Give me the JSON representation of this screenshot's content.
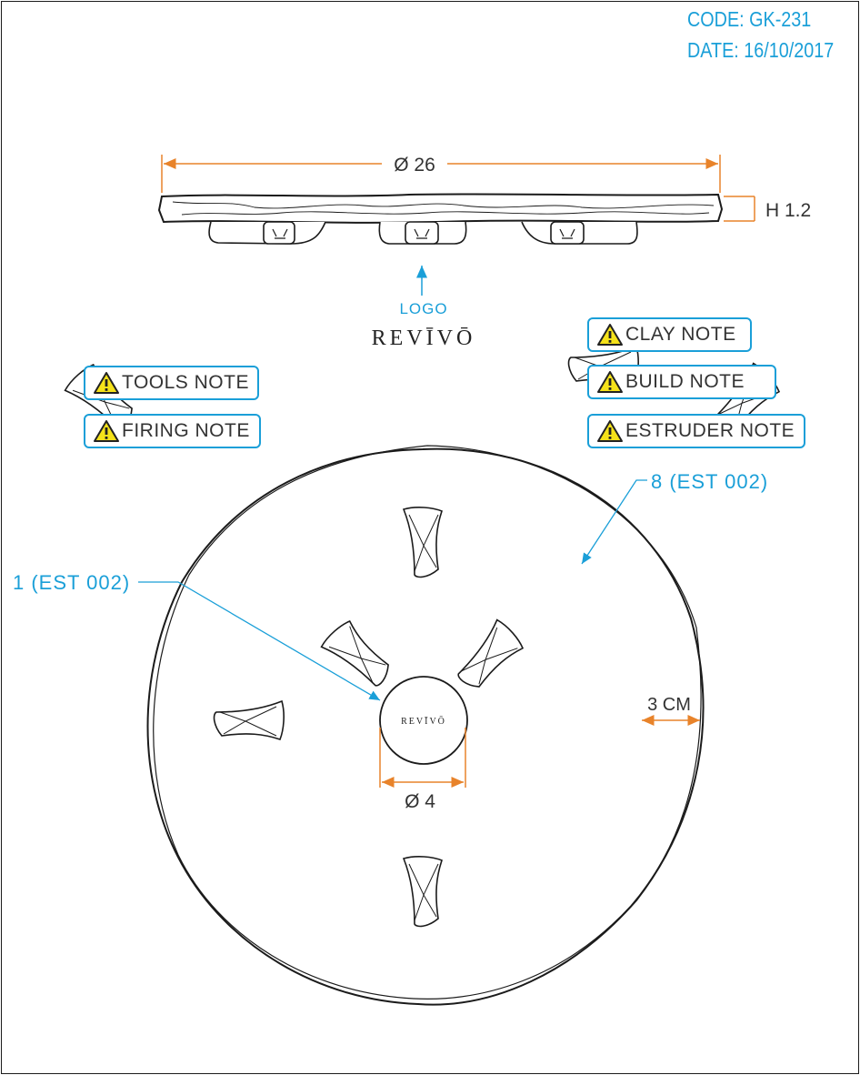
{
  "header": {
    "code": "CODE: GK-231",
    "date": "DATE: 16/10/2017"
  },
  "side_view": {
    "diameter_label": "Ø 26",
    "height_label": "H 1.2",
    "logo_label": "LOGO"
  },
  "brand": {
    "name": "REVĪVŌ",
    "stamp_text": "REVĪVŌ"
  },
  "notes": {
    "left": [
      {
        "label": "TOOLS NOTE",
        "icon": "warning-icon"
      },
      {
        "label": "FIRING NOTE",
        "icon": "warning-icon"
      }
    ],
    "right": [
      {
        "label": "CLAY NOTE",
        "icon": "warning-icon"
      },
      {
        "label": "BUILD NOTE",
        "icon": "warning-icon"
      },
      {
        "label": "ESTRUDER NOTE",
        "icon": "warning-icon"
      }
    ]
  },
  "top_view": {
    "callout_feet": "8 (EST 002)",
    "callout_center": "1 (EST 002)",
    "edge_distance": "3 CM",
    "center_diameter": "Ø 4"
  },
  "colors": {
    "accent": "#1a9fd8",
    "dimension": "#e8832a",
    "line": "#1b1b1b",
    "warning_fill": "#f5e21a"
  }
}
